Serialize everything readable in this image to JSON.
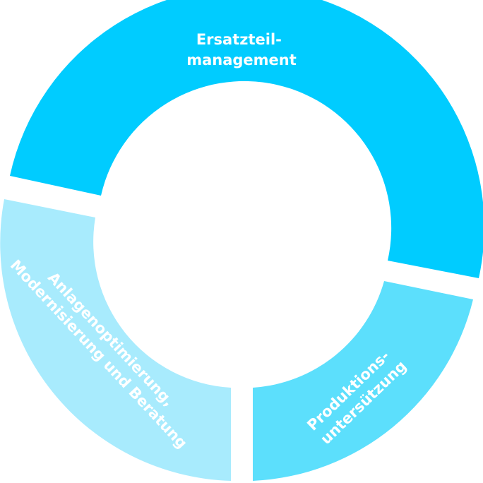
{
  "segments": [
    {
      "id": "ersatzteilmanagement",
      "lines": [
        "Ersatzteil-",
        "management"
      ],
      "color": "#00CCFF"
    },
    {
      "id": "produktionsunterstuetzung",
      "lines": [
        "Produktions-",
        "untersützung"
      ],
      "color": "#5CDFFC"
    },
    {
      "id": "anlagenoptimierung",
      "lines": [
        "Anlagenoptimierung,",
        "Modernisierung und Beratung"
      ],
      "color": "#A8EBFD"
    }
  ]
}
